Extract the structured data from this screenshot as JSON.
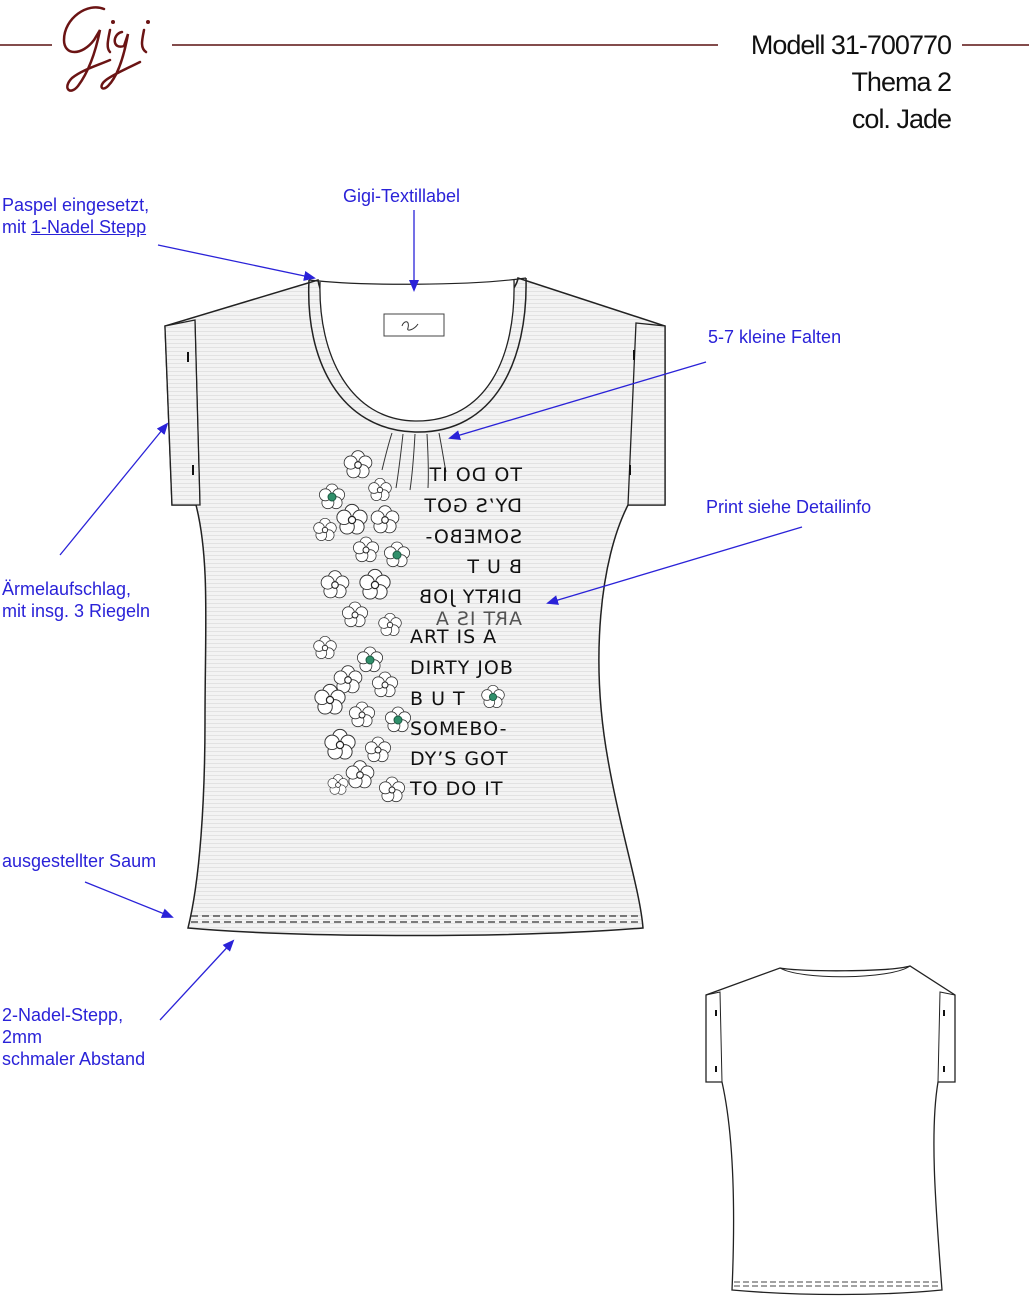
{
  "brand": {
    "logo_text": "Gigi"
  },
  "header": {
    "model": "Modell 31-700770",
    "theme": "Thema 2",
    "color": "col. Jade"
  },
  "annotations": {
    "piping": {
      "line1": "Paspel eingesetzt,",
      "line2_prefix": "mit ",
      "line2_link": "1-Nadel Stepp"
    },
    "label": "Gigi-Textillabel",
    "pleats": "5-7 kleine Falten",
    "print": "Print siehe Detailinfo",
    "sleeve": {
      "line1": "Ärmelaufschlag,",
      "line2": "mit insg. 3 Riegeln"
    },
    "hem": "ausgestellter Saum",
    "stitch": {
      "line1": "2-Nadel-Stepp,",
      "line2": "2mm",
      "line3": "schmaler Abstand"
    }
  },
  "print_text": {
    "normal": [
      "ART IS A",
      "DIRTY JOB",
      "B U T",
      "SOMEBO-",
      "DY’S GOT",
      "TO DO IT"
    ],
    "mirrored": [
      "TO DO IT",
      "DY’S GOT",
      "SOMEBO-",
      "B U T",
      "DIRTY JOB",
      "ART IS A"
    ]
  },
  "colors": {
    "annotation": "#2a22d8",
    "brand": "#6b1414",
    "accent_jade": "#2f8f6a"
  }
}
